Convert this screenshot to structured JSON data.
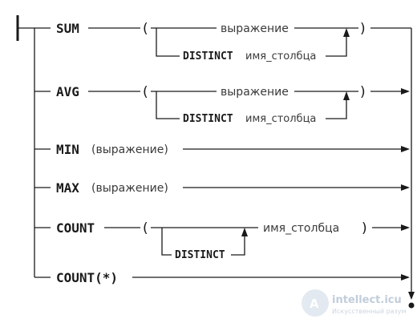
{
  "keywords": {
    "sum": "SUM",
    "avg": "AVG",
    "min": "MIN",
    "max": "MAX",
    "count": "COUNT",
    "count_star": "COUNT(*)",
    "distinct": "DISTINCT"
  },
  "labels": {
    "expression": "выражение",
    "column_name": "имя_столбца",
    "min_expr": "(выражение)",
    "max_expr": "(выражение)",
    "open_paren": "(",
    "close_paren": ")"
  },
  "watermark": {
    "site": "intellect.icu",
    "tagline": "Искусственный разум"
  }
}
